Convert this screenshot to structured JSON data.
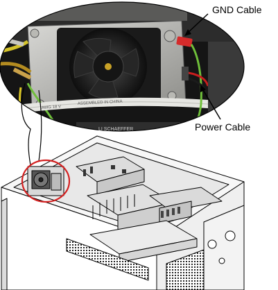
{
  "callouts": {
    "gnd_cable": "GND Cable",
    "power_cable": "Power Cable"
  },
  "photo_text": {
    "cable_print_left": "AWG 18 V",
    "cable_print_right": "ASSEMBLED IN CHINA",
    "fan_brand": "LI SCHAEFFER"
  },
  "colors": {
    "highlight_circle": "#d42020",
    "gnd_wire": "#6fbf3a",
    "power_wire_red": "#c81e1e",
    "ground_wire_yellow": "#e0c01c"
  }
}
